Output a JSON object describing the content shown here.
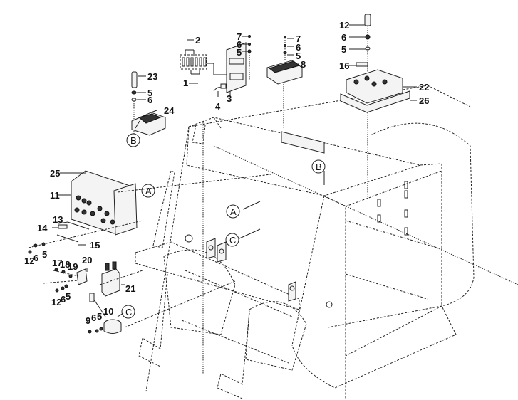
{
  "diagram": {
    "type": "exploded parts diagram",
    "subject": "Chassis frame with electrical control components",
    "part_labels": [
      {
        "id": "p1",
        "text": "1"
      },
      {
        "id": "p2",
        "text": "2"
      },
      {
        "id": "p3",
        "text": "3"
      },
      {
        "id": "p4",
        "text": "4"
      },
      {
        "id": "p5a",
        "text": "5"
      },
      {
        "id": "p6a",
        "text": "6"
      },
      {
        "id": "p7a",
        "text": "7"
      },
      {
        "id": "p5b",
        "text": "5"
      },
      {
        "id": "p6b",
        "text": "6"
      },
      {
        "id": "p7b",
        "text": "7"
      },
      {
        "id": "p8",
        "text": "8"
      },
      {
        "id": "p12a",
        "text": "12"
      },
      {
        "id": "p6c",
        "text": "6"
      },
      {
        "id": "p5c",
        "text": "5"
      },
      {
        "id": "p16",
        "text": "16"
      },
      {
        "id": "p22",
        "text": "22"
      },
      {
        "id": "p26",
        "text": "26"
      },
      {
        "id": "p23",
        "text": "23"
      },
      {
        "id": "p5d",
        "text": "5"
      },
      {
        "id": "p6d",
        "text": "6"
      },
      {
        "id": "p24",
        "text": "24"
      },
      {
        "id": "p25",
        "text": "25"
      },
      {
        "id": "p11",
        "text": "11"
      },
      {
        "id": "p13",
        "text": "13"
      },
      {
        "id": "p14",
        "text": "14"
      },
      {
        "id": "p15",
        "text": "15"
      },
      {
        "id": "p12b",
        "text": "12"
      },
      {
        "id": "p6e",
        "text": "6"
      },
      {
        "id": "p5e",
        "text": "5"
      },
      {
        "id": "p17",
        "text": "17"
      },
      {
        "id": "p18",
        "text": "18"
      },
      {
        "id": "p19",
        "text": "19"
      },
      {
        "id": "p20",
        "text": "20"
      },
      {
        "id": "p21",
        "text": "21"
      },
      {
        "id": "p12c",
        "text": "12"
      },
      {
        "id": "p6f",
        "text": "6"
      },
      {
        "id": "p5f",
        "text": "5"
      },
      {
        "id": "p9",
        "text": "9"
      },
      {
        "id": "p6g",
        "text": "6"
      },
      {
        "id": "p5g",
        "text": "5"
      },
      {
        "id": "p10",
        "text": "10"
      }
    ],
    "reference_markers": [
      {
        "id": "refB1",
        "text": "B"
      },
      {
        "id": "refB2",
        "text": "B"
      },
      {
        "id": "refA1",
        "text": "A"
      },
      {
        "id": "refA2",
        "text": "A"
      },
      {
        "id": "refC1",
        "text": "C"
      },
      {
        "id": "refC2",
        "text": "C"
      }
    ]
  }
}
